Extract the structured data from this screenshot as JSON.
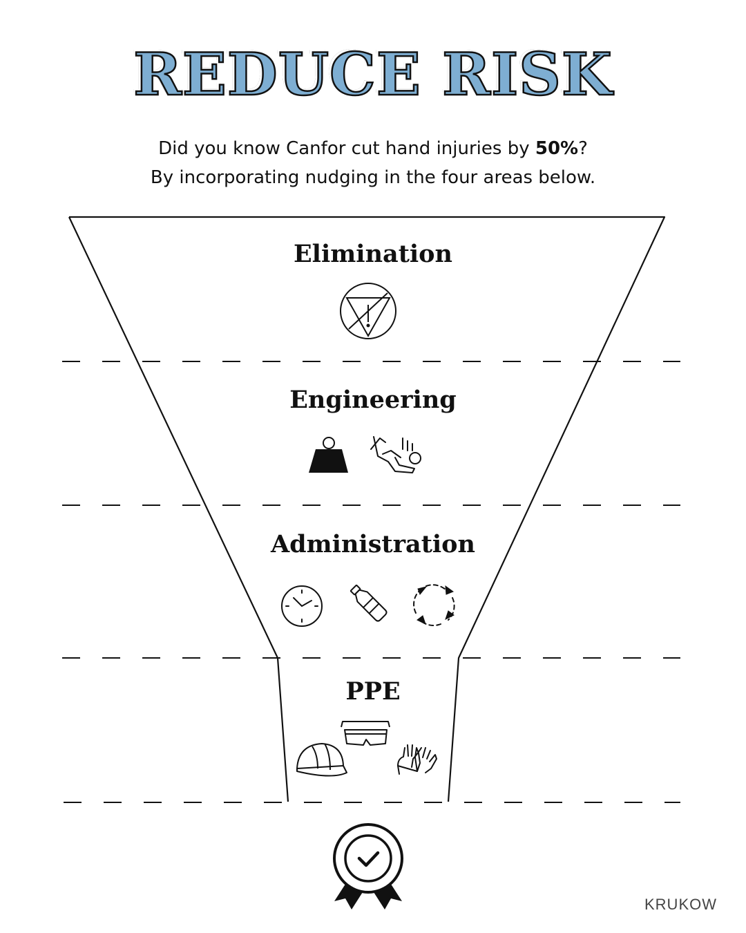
{
  "header": {
    "title": "REDUCE RISK",
    "subtitle_line1_pre": "Did you know Canfor cut hand injuries by ",
    "subtitle_line1_bold": "50%",
    "subtitle_line1_post": "?",
    "subtitle_line2": "By incorporating nudging in the four areas below."
  },
  "levels": [
    {
      "title": "Elimination",
      "icons": [
        "no-hazard-icon"
      ]
    },
    {
      "title": "Engineering",
      "icons": [
        "weight-icon",
        "falling-person-icon"
      ]
    },
    {
      "title": "Administration",
      "icons": [
        "clock-icon",
        "water-bottle-icon",
        "rotation-icon"
      ]
    },
    {
      "title": "PPE",
      "icons": [
        "hard-hat-icon",
        "safety-glasses-icon",
        "gloves-icon"
      ]
    }
  ],
  "result_icon": "award-badge-icon",
  "brand": "KRUKOW",
  "colors": {
    "title_fill": "#7eaed2",
    "ink": "#111111"
  }
}
